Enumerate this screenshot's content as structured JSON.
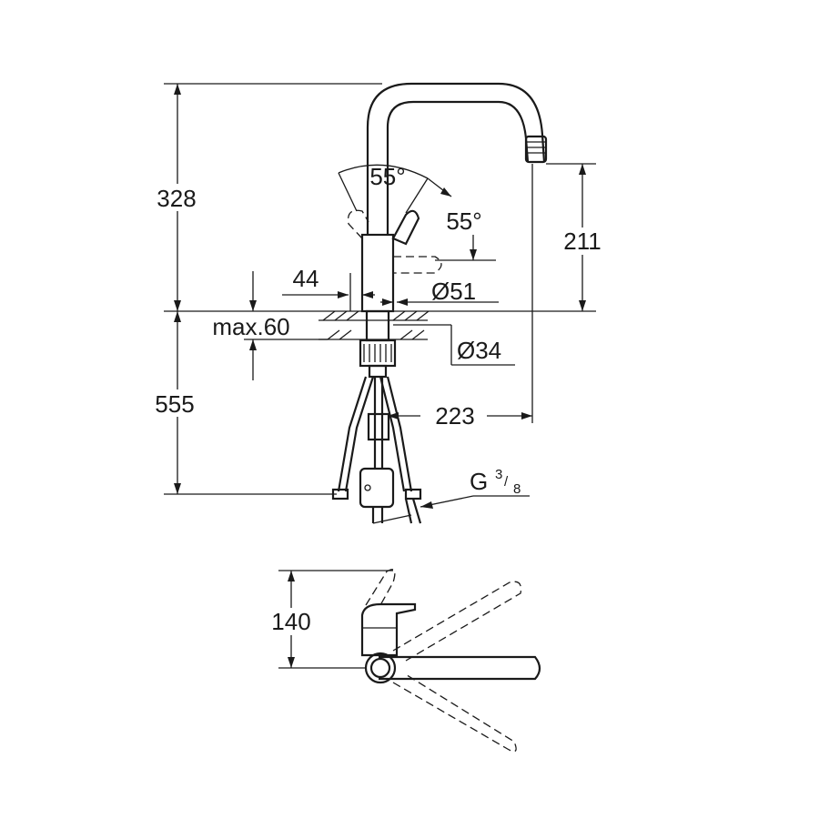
{
  "dimensions": {
    "height_above_deck": "328",
    "outlet_height": "211",
    "spout_reach": "223",
    "hose_length": "555",
    "lever_angle_top": "55°",
    "lever_angle_side": "55°",
    "lever_offset": "44",
    "body_diameter": "Ø51",
    "deck_thickness": "max.60",
    "hole_diameter": "Ø34",
    "thread_letter": "G",
    "thread_num": "3",
    "thread_den": "8",
    "plan_depth": "140"
  }
}
